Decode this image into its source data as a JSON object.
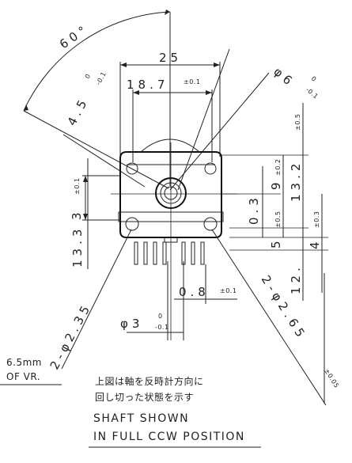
{
  "dimensions": {
    "angle": "60°",
    "width_25": "25",
    "span_18_7": "18.7",
    "span_18_7_tol": "±0.1",
    "dia_6": "φ6",
    "dia_6_tol_upper": "0",
    "dia_6_tol_lower": "-0.1",
    "offset_4_5": "4.5",
    "offset_4_5_tol_upper": "0",
    "offset_4_5_tol_lower": "-0.1",
    "h_3": "3",
    "h_3_tol": "±0.1",
    "h_13_3": "13.3",
    "v_0_3": "0.3",
    "v_9": "9",
    "v_9_tol": "±0.2",
    "v_13_2": "13.2",
    "v_13_2_tol": "±0.5",
    "v_5": "5",
    "v_5_tol": "±0.5",
    "v_4": "4",
    "v_4_tol": "±0.3",
    "v_12": "12.",
    "pin_0_8": "0.8",
    "pin_0_8_tol": "±0.1",
    "dia_3": "φ3",
    "dia_3_tol_upper": "0",
    "dia_3_tol_lower": "-0.1",
    "holes_2_35": "2-φ2.35",
    "holes_2_65": "2-φ2.65",
    "holes_2_65_tol": "±0.05"
  },
  "notes": {
    "vr_line1": "6.5mm",
    "vr_line2": "OF VR.",
    "jp_line1": "上図は軸を反時計方向に",
    "jp_line2": "回し切った状態を示す",
    "caption_line1": "SHAFT SHOWN",
    "caption_line2": "IN FULL CCW POSITION"
  }
}
